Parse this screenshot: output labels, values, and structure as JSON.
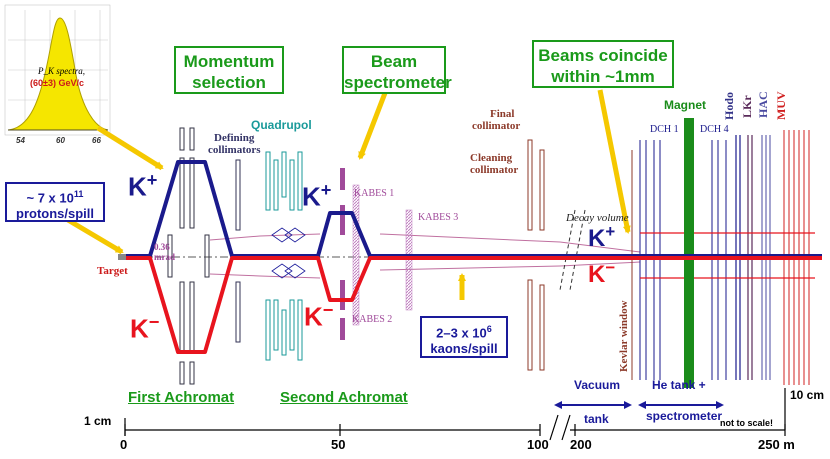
{
  "callouts": {
    "momentum": [
      "Momentum",
      "selection"
    ],
    "beam_spec": [
      "Beam",
      "spectrometer"
    ],
    "coincide": [
      "Beams coincide",
      "within ~1mm"
    ],
    "protons": {
      "prefix": "~ 7 x 10",
      "exp": "11",
      "line2": "protons/spill"
    },
    "kaons": {
      "prefix": "2–3 x 10",
      "exp": "6",
      "line2": "kaons/spill"
    }
  },
  "inset": {
    "title": "P_K spectra,",
    "value": "(60±3) GeV/c",
    "ticks": [
      "54",
      "60",
      "66"
    ]
  },
  "particles": {
    "kplus": "K",
    "kminus": "K",
    "plus": "+",
    "minus": "−"
  },
  "components": {
    "target": "Target",
    "angle": [
      "0.36",
      "mrad"
    ],
    "defining": [
      "Defining",
      "collimators"
    ],
    "quadrupol": "Quadrupol",
    "kabes1": "KABES 1",
    "kabes2": "KABES 2",
    "kabes3": "KABES 3",
    "final_coll": [
      "Final",
      "collimator"
    ],
    "cleaning_coll": [
      "Cleaning",
      "collimator"
    ],
    "decay_volume": "Decay volume",
    "dch1": "DCH 1",
    "dch4": "DCH 4",
    "magnet": "Magnet",
    "hodo": "Hodo",
    "lkr": "LKr",
    "hac": "HAC",
    "muv": "MUV",
    "kevlar": "Kevlar window"
  },
  "sections": {
    "first_achromat": "First Achromat",
    "second_achromat": "Second Achromat",
    "vacuum_tank": [
      "Vacuum",
      "tank"
    ],
    "he_tank": [
      "He tank +",
      "spectrometer"
    ],
    "not_to_scale": "not to scale!"
  },
  "axis": {
    "ticks": [
      "0",
      "50",
      "100",
      "200",
      "250 m"
    ],
    "scale_1cm": "1 cm",
    "scale_10cm": "10 cm"
  },
  "colors": {
    "kplus": "#1a1a8c",
    "kminus": "#e8141e",
    "green": "#1a9a1a",
    "yellow": "#f5d020",
    "magnet": "#1a8c1a",
    "kabes": "#a04a9a",
    "collimator": "#8c3a2a",
    "quad": "#1a9a9a"
  }
}
